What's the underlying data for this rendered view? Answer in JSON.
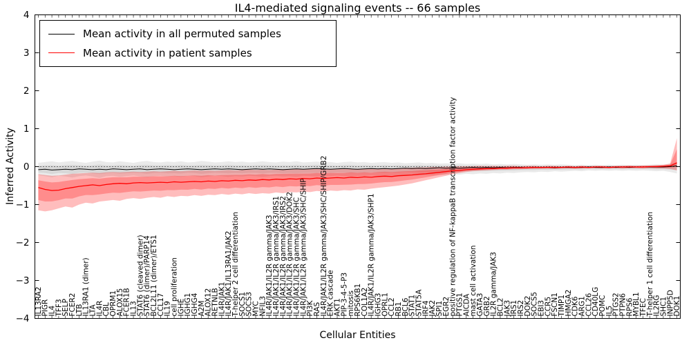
{
  "page": {
    "title": "IL4-mediated signaling events -- 66 samples"
  },
  "chart_data": {
    "type": "line",
    "title": "IL4-mediated signaling events -- 66 samples",
    "xlabel": "Cellular Entities",
    "ylabel": "Inferred Activity",
    "ylim": [
      -4,
      4
    ],
    "yticks": [
      -4,
      -3,
      -2,
      -1,
      0,
      1,
      2,
      3,
      4
    ],
    "grid": false,
    "zero_line": {
      "style": "dotted",
      "color": "#000000",
      "y": 0
    },
    "legend": {
      "position": "upper left",
      "entries": [
        {
          "label": "Mean activity in all permuted samples",
          "color": "#000000"
        },
        {
          "label": "Mean activity in patient samples",
          "color": "#ff0000"
        }
      ]
    },
    "categories": [
      "IL13RA2",
      "PIGR",
      "IL4",
      "TFF3",
      "SELP",
      "FCER2",
      "LTB",
      "IL13RA1 (dimer)",
      "LTA",
      "IL4R",
      "CBL",
      "OPRM1",
      "ALOX15",
      "FCER1B",
      "IL13",
      "STAT6 (cleaved dimer)",
      "STAT6 (dimer)/PARP14",
      "BCL2L11 (dimer)/ETS1",
      "CCL17",
      "IL19",
      "cell proliferation",
      "IGHE",
      "IGHG1",
      "IGHG4",
      "A2M",
      "ALOX12",
      "RETNLB",
      "IL4R/JAK1",
      "IL4R/JAK1/IL13RA1/JAK2",
      "T-helper 2 cell differentiation",
      "SOCS1",
      "SOCS3",
      "MYC",
      "NFIL3",
      "IL4R/JAK1/IL2R gamma/JAK3",
      "IL4R/JAK1/IL2R gamma/JAK3/IRS1",
      "IL4R/JAK1/IL2R gamma/JAK3/IRS2",
      "IL4R/JAK1/IL2R gamma/JAK3/DOK2",
      "IL4R/JAK1/IL2R gamma/JAK3/SHC",
      "IL4R/JAK1/IL2R gamma/JAK3/SHC/SHIP",
      "PI3K",
      "RAS",
      "IL4R/JAK1/IL2R gamma/JAK3/SHC/SHIP/GRB2",
      "ERK cascade",
      "AKT1",
      "PIP-3-4-5-P3",
      "mitosis",
      "RPS6KB1",
      "COL1A2",
      "IL4R/JAK1/IL2R gamma/JAK3/SHP1",
      "IGHG3",
      "OPRL1",
      "CCL2",
      "RB1",
      "BCL6",
      "STAT1",
      "STAT5A",
      "IRF4",
      "JAK2",
      "SPI1",
      "EGR2",
      "positive regulation of NF-kappaB transcription factor activity",
      "PTGS1",
      "AICDA",
      "mast cell activation",
      "GATA3",
      "GRB2",
      "IL2R gamma/JAK3",
      "BCL2",
      "JAK3",
      "IRS1",
      "IRS2",
      "DOK2",
      "SOCS5",
      "EBI3",
      "CCR5",
      "FSCN1",
      "TIMP1",
      "HMGA2",
      "CDK6",
      "ARG1",
      "CCL26",
      "CD40LG",
      "POMC",
      "IL5",
      "PTGS2",
      "PTPN6",
      "RPS6",
      "MYBL1",
      "TFEC",
      "T-helper 1 cell differentiation",
      "IL2RG",
      "SHC1",
      "INPP5D",
      "DOK1"
    ],
    "series": [
      {
        "name": "Mean activity in all permuted samples",
        "color": "#000000",
        "values": [
          -0.08,
          -0.07,
          -0.09,
          -0.08,
          -0.07,
          -0.08,
          -0.06,
          -0.07,
          -0.08,
          -0.07,
          -0.08,
          -0.06,
          -0.07,
          -0.08,
          -0.07,
          -0.06,
          -0.08,
          -0.07,
          -0.06,
          -0.07,
          -0.08,
          -0.07,
          -0.06,
          -0.07,
          -0.08,
          -0.07,
          -0.06,
          -0.07,
          -0.06,
          -0.07,
          -0.08,
          -0.07,
          -0.06,
          -0.07,
          -0.06,
          -0.07,
          -0.08,
          -0.07,
          -0.06,
          -0.07,
          -0.06,
          -0.05,
          -0.06,
          -0.07,
          -0.06,
          -0.05,
          -0.06,
          -0.07,
          -0.06,
          -0.05,
          -0.06,
          -0.05,
          -0.06,
          -0.05,
          -0.04,
          -0.05,
          -0.04,
          -0.05,
          -0.04,
          -0.03,
          -0.04,
          -0.03,
          -0.04,
          -0.03,
          -0.02,
          -0.03,
          -0.02,
          -0.03,
          -0.02,
          -0.03,
          -0.02,
          -0.02,
          -0.03,
          -0.02,
          -0.02,
          -0.02,
          -0.03,
          -0.02,
          -0.02,
          -0.02,
          -0.02,
          -0.01,
          -0.02,
          -0.02,
          -0.01,
          -0.02,
          -0.01,
          -0.02,
          -0.01,
          -0.01,
          -0.01,
          -0.01,
          -0.01,
          0.0,
          0.02
        ]
      },
      {
        "name": "Mean activity in patient samples",
        "color": "#ff0000",
        "values": [
          -0.55,
          -0.6,
          -0.63,
          -0.62,
          -0.58,
          -0.55,
          -0.52,
          -0.5,
          -0.48,
          -0.5,
          -0.47,
          -0.45,
          -0.44,
          -0.45,
          -0.43,
          -0.42,
          -0.43,
          -0.42,
          -0.41,
          -0.42,
          -0.4,
          -0.41,
          -0.4,
          -0.39,
          -0.4,
          -0.38,
          -0.39,
          -0.37,
          -0.38,
          -0.36,
          -0.37,
          -0.35,
          -0.36,
          -0.34,
          -0.35,
          -0.33,
          -0.34,
          -0.32,
          -0.33,
          -0.31,
          -0.32,
          -0.3,
          -0.31,
          -0.3,
          -0.29,
          -0.3,
          -0.28,
          -0.29,
          -0.27,
          -0.28,
          -0.26,
          -0.25,
          -0.26,
          -0.24,
          -0.23,
          -0.22,
          -0.2,
          -0.19,
          -0.17,
          -0.15,
          -0.13,
          -0.11,
          -0.1,
          -0.08,
          -0.07,
          -0.06,
          -0.05,
          -0.05,
          -0.04,
          -0.04,
          -0.03,
          -0.03,
          -0.03,
          -0.02,
          -0.02,
          -0.02,
          -0.02,
          -0.02,
          -0.01,
          -0.02,
          -0.01,
          -0.02,
          -0.01,
          -0.01,
          -0.02,
          -0.01,
          -0.01,
          -0.01,
          -0.01,
          -0.01,
          0.0,
          0.0,
          0.01,
          0.02,
          0.1
        ]
      }
    ],
    "bands": [
      {
        "name": "permuted-samples-band",
        "series_index": 0,
        "color": "#888888",
        "opacity": 0.18,
        "inner_fraction": 0.55,
        "upper": [
          0.1,
          0.12,
          0.14,
          0.11,
          0.13,
          0.15,
          0.12,
          0.1,
          0.13,
          0.16,
          0.12,
          0.11,
          0.14,
          0.12,
          0.1,
          0.13,
          0.15,
          0.12,
          0.11,
          0.13,
          0.12,
          0.14,
          0.11,
          0.12,
          0.15,
          0.13,
          0.11,
          0.12,
          0.14,
          0.12,
          0.13,
          0.11,
          0.12,
          0.14,
          0.12,
          0.11,
          0.13,
          0.12,
          0.14,
          0.11,
          0.12,
          0.13,
          0.11,
          0.12,
          0.1,
          0.12,
          0.13,
          0.11,
          0.12,
          0.1,
          0.11,
          0.12,
          0.1,
          0.11,
          0.09,
          0.1,
          0.11,
          0.09,
          0.1,
          0.08,
          0.09,
          0.08,
          0.09,
          0.07,
          0.08,
          0.07,
          0.08,
          0.06,
          0.07,
          0.06,
          0.07,
          0.06,
          0.05,
          0.06,
          0.05,
          0.06,
          0.05,
          0.06,
          0.05,
          0.04,
          0.05,
          0.04,
          0.05,
          0.04,
          0.05,
          0.04,
          0.05,
          0.04,
          0.05,
          0.04,
          0.05,
          0.06,
          0.05,
          0.08,
          0.12
        ],
        "lower": [
          -0.22,
          -0.25,
          -0.28,
          -0.24,
          -0.26,
          -0.29,
          -0.25,
          -0.23,
          -0.26,
          -0.3,
          -0.25,
          -0.24,
          -0.27,
          -0.25,
          -0.23,
          -0.26,
          -0.28,
          -0.25,
          -0.24,
          -0.26,
          -0.25,
          -0.27,
          -0.24,
          -0.25,
          -0.28,
          -0.26,
          -0.24,
          -0.25,
          -0.27,
          -0.25,
          -0.26,
          -0.24,
          -0.25,
          -0.27,
          -0.25,
          -0.24,
          -0.26,
          -0.25,
          -0.27,
          -0.24,
          -0.25,
          -0.26,
          -0.24,
          -0.25,
          -0.23,
          -0.25,
          -0.26,
          -0.24,
          -0.25,
          -0.23,
          -0.24,
          -0.25,
          -0.23,
          -0.24,
          -0.22,
          -0.23,
          -0.24,
          -0.22,
          -0.23,
          -0.21,
          -0.22,
          -0.2,
          -0.21,
          -0.19,
          -0.2,
          -0.18,
          -0.19,
          -0.17,
          -0.18,
          -0.16,
          -0.17,
          -0.15,
          -0.14,
          -0.15,
          -0.13,
          -0.14,
          -0.12,
          -0.13,
          -0.12,
          -0.11,
          -0.12,
          -0.1,
          -0.11,
          -0.1,
          -0.11,
          -0.1,
          -0.11,
          -0.1,
          -0.11,
          -0.1,
          -0.11,
          -0.12,
          -0.11,
          -0.14,
          -0.18
        ]
      },
      {
        "name": "patient-samples-band",
        "series_index": 1,
        "color": "#ff0000",
        "opacity": 0.26,
        "inner_fraction": 0.55,
        "upper": [
          -0.2,
          -0.22,
          -0.24,
          -0.23,
          -0.21,
          -0.19,
          -0.18,
          -0.17,
          -0.16,
          -0.17,
          -0.15,
          -0.14,
          -0.15,
          -0.14,
          -0.13,
          -0.14,
          -0.13,
          -0.12,
          -0.13,
          -0.12,
          -0.11,
          -0.12,
          -0.11,
          -0.1,
          -0.11,
          -0.1,
          -0.11,
          -0.1,
          -0.09,
          -0.1,
          -0.09,
          -0.08,
          -0.09,
          -0.08,
          -0.09,
          -0.08,
          -0.07,
          -0.08,
          -0.07,
          -0.08,
          -0.07,
          -0.06,
          -0.07,
          -0.06,
          -0.07,
          -0.06,
          -0.05,
          -0.06,
          -0.05,
          -0.06,
          -0.05,
          -0.04,
          -0.05,
          -0.04,
          -0.03,
          -0.03,
          -0.02,
          -0.02,
          -0.01,
          -0.01,
          0.0,
          0.0,
          0.01,
          0.01,
          0.01,
          0.02,
          0.01,
          0.02,
          0.01,
          0.02,
          0.02,
          0.01,
          0.02,
          0.02,
          0.01,
          0.02,
          0.02,
          0.01,
          0.02,
          0.01,
          0.02,
          0.01,
          0.02,
          0.02,
          0.01,
          0.02,
          0.02,
          0.03,
          0.02,
          0.03,
          0.03,
          0.04,
          0.05,
          0.08,
          0.75
        ],
        "lower": [
          -1.15,
          -1.18,
          -1.15,
          -1.1,
          -1.05,
          -1.08,
          -1.0,
          -0.95,
          -0.97,
          -0.92,
          -0.9,
          -0.88,
          -0.9,
          -0.85,
          -0.83,
          -0.85,
          -0.82,
          -0.8,
          -0.82,
          -0.78,
          -0.8,
          -0.77,
          -0.78,
          -0.75,
          -0.77,
          -0.74,
          -0.75,
          -0.72,
          -0.74,
          -0.71,
          -0.73,
          -0.7,
          -0.72,
          -0.7,
          -0.71,
          -0.68,
          -0.7,
          -0.67,
          -0.68,
          -0.66,
          -0.67,
          -0.64,
          -0.66,
          -0.63,
          -0.64,
          -0.62,
          -0.63,
          -0.6,
          -0.61,
          -0.58,
          -0.56,
          -0.54,
          -0.52,
          -0.5,
          -0.47,
          -0.44,
          -0.4,
          -0.36,
          -0.32,
          -0.28,
          -0.24,
          -0.2,
          -0.17,
          -0.14,
          -0.12,
          -0.11,
          -0.1,
          -0.09,
          -0.08,
          -0.08,
          -0.07,
          -0.07,
          -0.06,
          -0.06,
          -0.06,
          -0.05,
          -0.06,
          -0.05,
          -0.05,
          -0.06,
          -0.05,
          -0.05,
          -0.04,
          -0.05,
          -0.05,
          -0.04,
          -0.05,
          -0.04,
          -0.04,
          -0.05,
          -0.04,
          -0.05,
          -0.05,
          -0.06,
          -0.1
        ]
      }
    ]
  }
}
